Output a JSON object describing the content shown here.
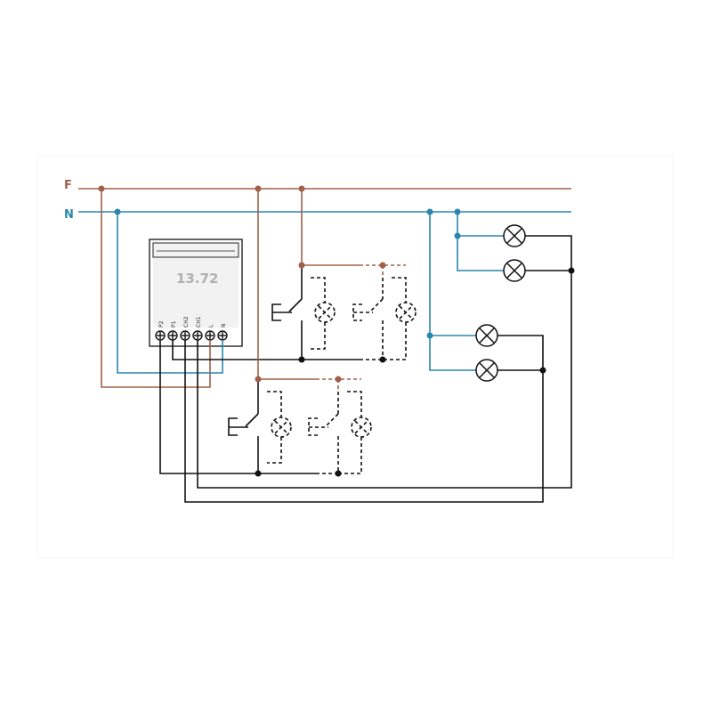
{
  "labels": {
    "phase": "F",
    "neutral": "N",
    "model": "13.72"
  },
  "terminals": [
    "P2",
    "P1",
    "CH2",
    "CH1",
    "L",
    "N"
  ],
  "colors": {
    "phase": "#a0604a",
    "neutral": "#2a86ad",
    "load": "#111111",
    "module_fill": "#f2f2f2"
  }
}
